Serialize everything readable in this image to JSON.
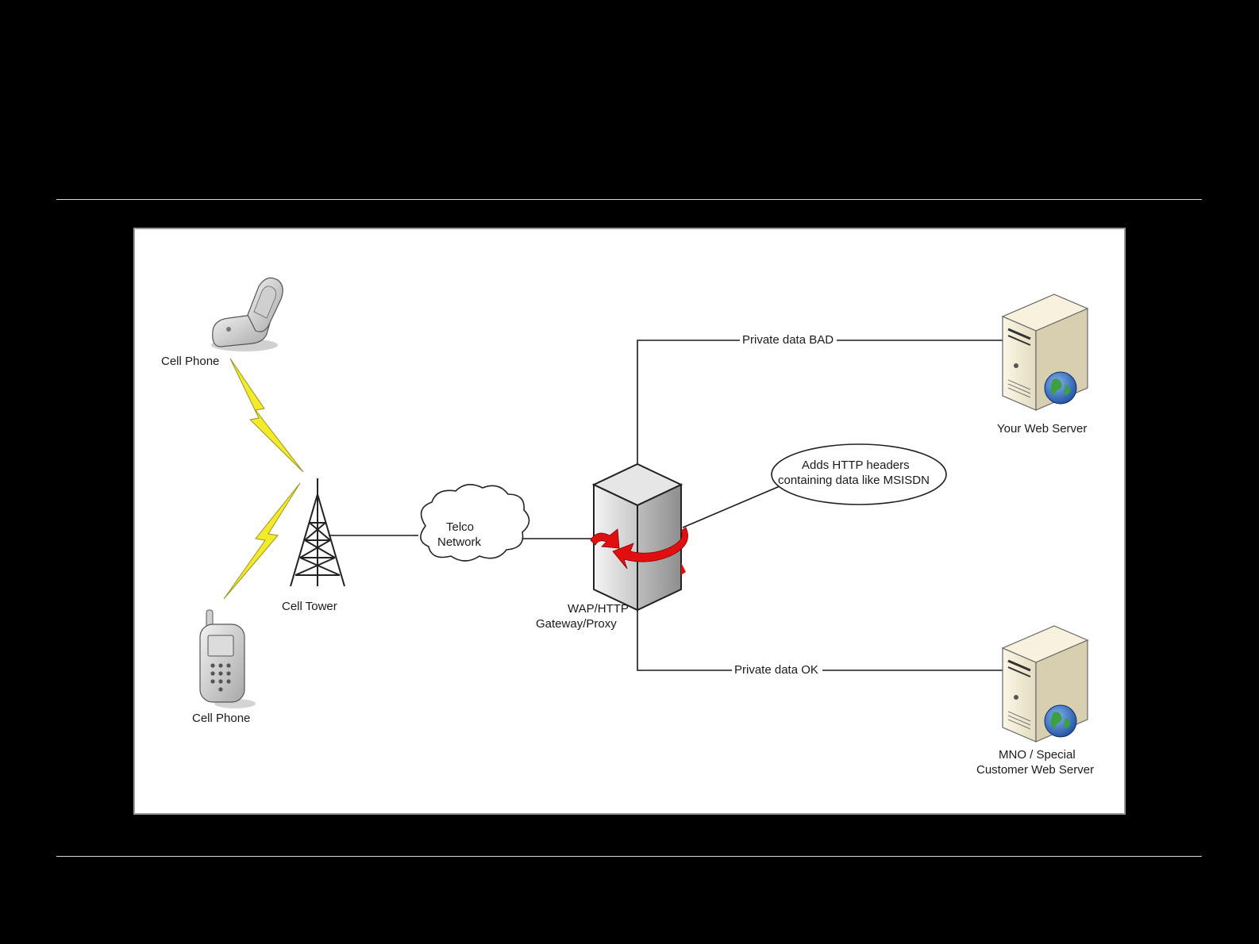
{
  "diagram": {
    "nodes": {
      "cell_phone_top": {
        "label": "Cell Phone",
        "icon": "flip-phone-icon"
      },
      "cell_phone_bottom": {
        "label": "Cell Phone",
        "icon": "mobile-phone-icon"
      },
      "cell_tower": {
        "label": "Cell Tower",
        "icon": "cell-tower-icon"
      },
      "telco_network": {
        "label_line1": "Telco",
        "label_line2": "Network",
        "icon": "cloud-icon"
      },
      "gateway": {
        "label_line1": "WAP/HTTP",
        "label_line2": "Gateway/Proxy",
        "icon": "gateway-proxy-icon"
      },
      "your_web_server": {
        "label": "Your Web Server",
        "icon": "web-server-icon"
      },
      "mno_web_server": {
        "label_line1": "MNO / Special",
        "label_line2": "Customer Web Server",
        "icon": "web-server-icon"
      }
    },
    "edges": {
      "private_bad": {
        "label": "Private data BAD"
      },
      "private_ok": {
        "label": "Private data OK"
      }
    },
    "callout": {
      "line1": "Adds HTTP headers",
      "line2": "containing data like MSISDN"
    },
    "colors": {
      "background": "#000000",
      "panel": "#ffffff",
      "lightning": "#f2ea2a",
      "arrow": "#e01010",
      "server_body": "#efe7cf",
      "globe": "#2f6fc9"
    }
  }
}
